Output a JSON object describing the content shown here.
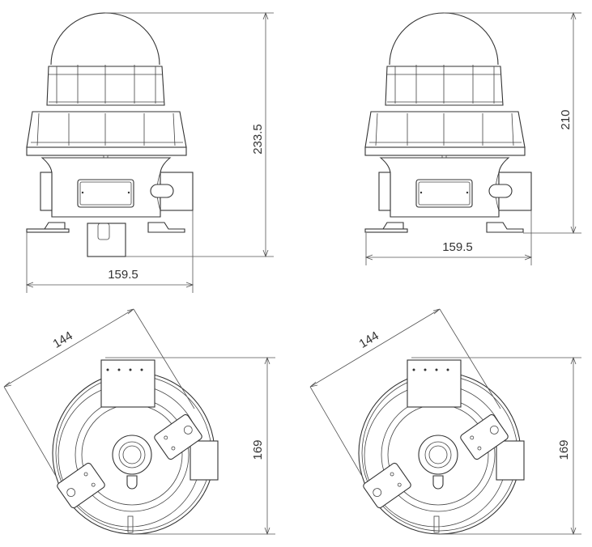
{
  "drawing": {
    "front_view_a": {
      "height_label": "233.5",
      "width_label": "159.5"
    },
    "front_view_b": {
      "height_label": "210",
      "width_label": "159.5"
    },
    "bottom_view_a": {
      "diagonal_label": "144",
      "height_label": "169"
    },
    "bottom_view_b": {
      "diagonal_label": "144",
      "height_label": "169"
    }
  },
  "colors": {
    "line": "#333333",
    "background": "#ffffff"
  }
}
